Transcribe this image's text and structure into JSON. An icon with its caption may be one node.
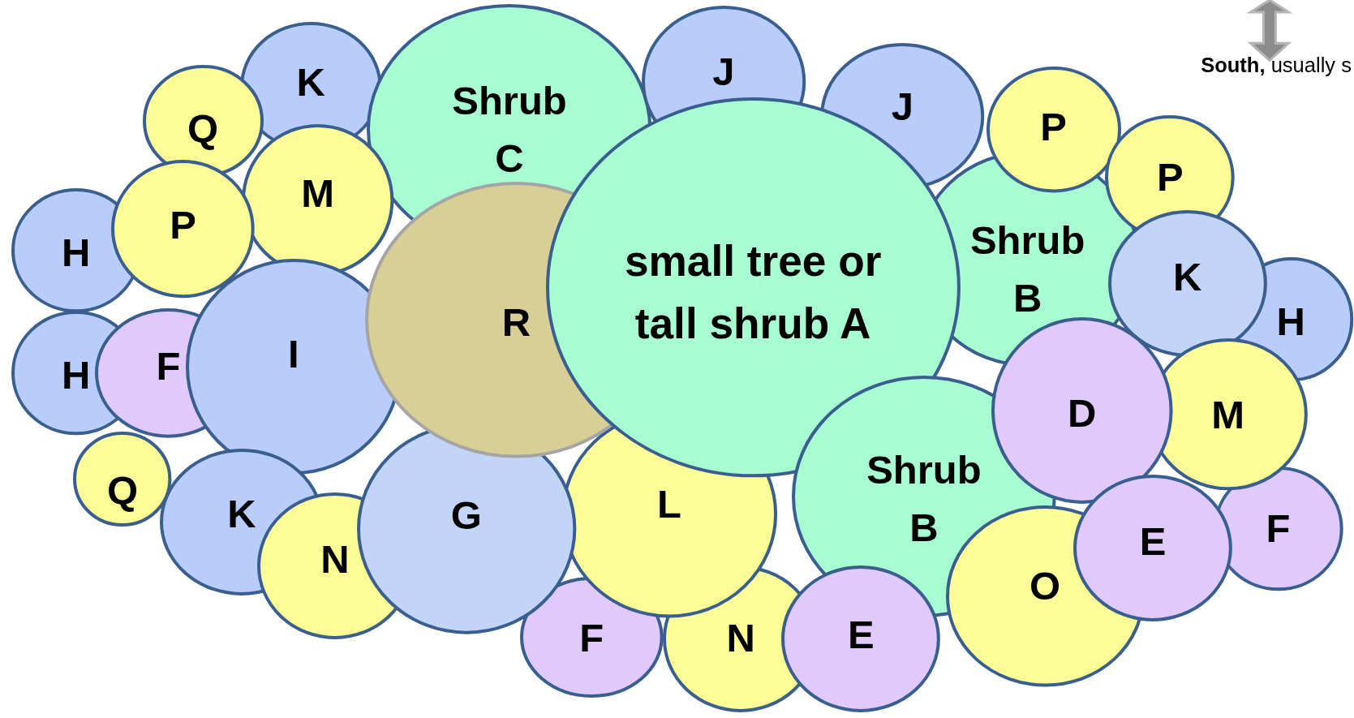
{
  "diagram": {
    "nodes": [
      {
        "text": [
          "K"
        ]
      },
      {
        "text": [
          "Q"
        ]
      },
      {
        "text": [
          "Shrub C"
        ]
      },
      {
        "text": [
          "J"
        ]
      },
      {
        "text": [
          "J"
        ]
      },
      {
        "text": [
          "Shrub B"
        ]
      },
      {
        "text": [
          "P"
        ]
      },
      {
        "text": [
          "P"
        ]
      },
      {
        "text": [
          "H"
        ]
      },
      {
        "text": [
          "K"
        ]
      },
      {
        "text": [
          "M"
        ]
      },
      {
        "text": [
          "H"
        ]
      },
      {
        "text": [
          "P"
        ]
      },
      {
        "text": [
          "H"
        ]
      },
      {
        "text": [
          "F"
        ]
      },
      {
        "text": [
          "I"
        ]
      },
      {
        "text": [
          "Q"
        ]
      },
      {
        "text": [
          "K"
        ]
      },
      {
        "text": [
          "N"
        ]
      },
      {
        "text": [
          "F"
        ]
      },
      {
        "text": [
          "N"
        ]
      },
      {
        "text": [
          "L"
        ]
      },
      {
        "text": [
          "G"
        ]
      },
      {
        "text": [
          "R"
        ]
      },
      {
        "text": [
          "small tree or tall shrub A"
        ]
      },
      {
        "text": [
          "Shrub B"
        ]
      },
      {
        "text": [
          "E"
        ]
      },
      {
        "text": [
          "F"
        ]
      },
      {
        "text": [
          "M"
        ]
      },
      {
        "text": [
          "D"
        ]
      },
      {
        "text": [
          "O"
        ]
      },
      {
        "text": [
          "E"
        ]
      }
    ],
    "labels": [
      "**South,** usually s"
    ]
  }
}
